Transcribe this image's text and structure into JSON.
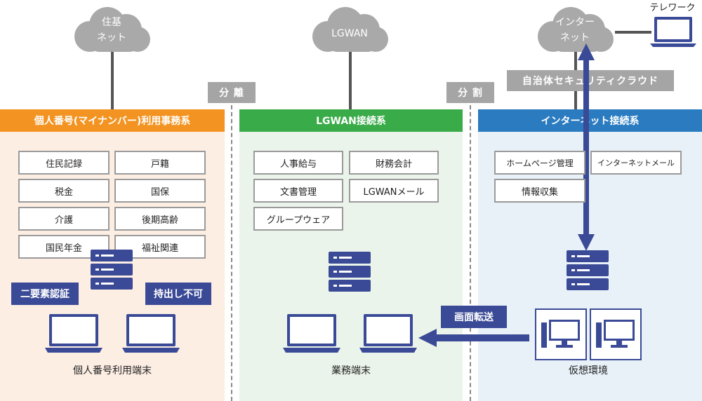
{
  "clouds": {
    "juki": {
      "line1": "住基",
      "line2": "ネット"
    },
    "lgwan": {
      "label": "LGWAN"
    },
    "internet": {
      "line1": "インター",
      "line2": "ネット"
    }
  },
  "telework_label": "テレワーク",
  "separators": {
    "bunri": "分 離",
    "bunkatsu": "分 割"
  },
  "cloud_service_label": "自治体セキュリティクラウド",
  "zones": {
    "mynumber": {
      "header": "個人番号(マイナンバー)利用事務系",
      "items": [
        "住民記録",
        "戸籍",
        "税金",
        "国保",
        "介護",
        "後期高齢",
        "国民年金",
        "福祉関連"
      ],
      "badges": [
        "二要素認証",
        "持出し不可"
      ],
      "caption": "個人番号利用端末"
    },
    "lgwan": {
      "header": "LGWAN接続系",
      "items": [
        "人事給与",
        "財務会計",
        "文書管理",
        "LGWANメール",
        "グループウェア"
      ],
      "caption": "業務端末"
    },
    "internet": {
      "header": "インターネット接続系",
      "items": [
        "ホームページ管理",
        "インターネットメール",
        "情報収集"
      ],
      "caption": "仮想環境"
    }
  },
  "transfer_label": "画面転送",
  "colors": {
    "orange": "#f39422",
    "green": "#3aab49",
    "blue": "#2a7bc0",
    "navy": "#3a4a96",
    "gray": "#a5a5a5"
  }
}
